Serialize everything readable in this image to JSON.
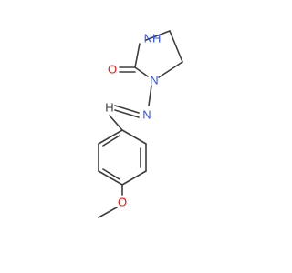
{
  "molecule": {
    "atoms": {
      "nh": {
        "label": "NH",
        "color": "#3050f8"
      },
      "o_carbonyl": {
        "label": "O",
        "color": "#ff0d0d"
      },
      "n_ring": {
        "label": "N",
        "color": "#3050f8"
      },
      "n_imine": {
        "label": "N",
        "color": "#3050f8"
      },
      "h_imine": {
        "label": "H",
        "color": "#3d3d3d"
      },
      "o_ether": {
        "label": "O",
        "color": "#ff0d0d"
      }
    },
    "bond_color": "#3d3d3d"
  }
}
